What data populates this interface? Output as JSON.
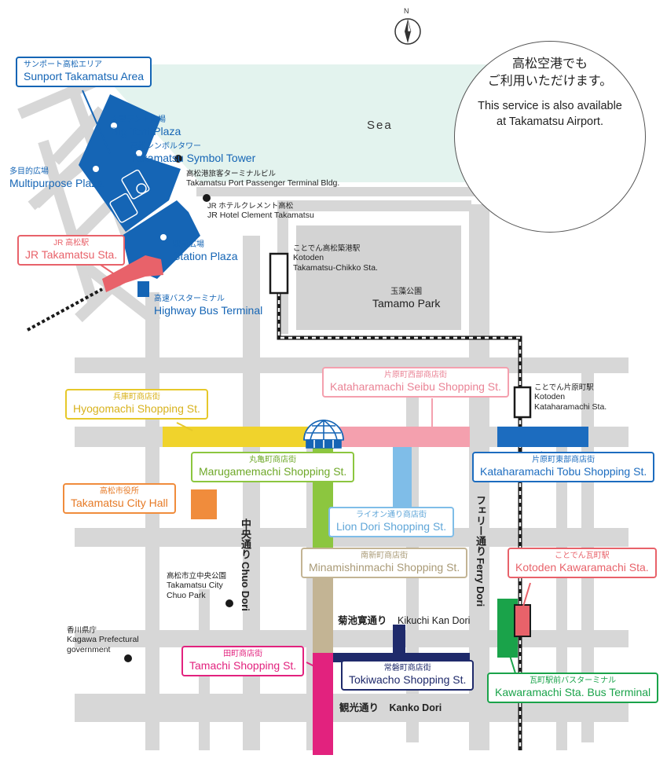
{
  "compass": {
    "label": "N"
  },
  "sea": {
    "label": "Sea"
  },
  "airport_note": {
    "ja": "高松空港でも\nご利用いただけます。",
    "en": "This service is also available\nat Takamatsu Airport."
  },
  "areas": [
    {
      "id": "sunport",
      "ja": "サンポート高松エリア",
      "en": "Sunport Takamatsu Area",
      "color": "#1565b5"
    },
    {
      "id": "big-tent",
      "ja": "大型テント広場",
      "en": "Big Tent  Plaza",
      "color": "#1565b5"
    },
    {
      "id": "symbol-tower",
      "ja": "高松シンボルタワー",
      "en": "Takamatsu Symbol Tower",
      "color": "#1565b5"
    },
    {
      "id": "multipurpose",
      "ja": "多目的広場",
      "en": "Multipurpose Plaza",
      "color": "#1565b5"
    },
    {
      "id": "station-plaza",
      "ja": "駅前広場",
      "en": "Station Plaza",
      "color": "#1565b5"
    },
    {
      "id": "highway-bus",
      "ja": "高速バスターミナル",
      "en": "Highway Bus Terminal",
      "color": "#1565b5"
    },
    {
      "id": "jr-station",
      "ja": "JR 高松駅",
      "en": "JR Takamatsu Sta.",
      "color": "#e8626a"
    }
  ],
  "landmarks": [
    {
      "id": "port-terminal",
      "ja": "高松港旅客ターミナルビル",
      "en": "Takamatsu Port Passenger Terminal Bldg."
    },
    {
      "id": "hotel-clement",
      "ja": "JR ホテルクレメント高松",
      "en": "JR Hotel Clement Takamatsu"
    },
    {
      "id": "chikko-sta",
      "ja": "ことでん高松築港駅",
      "en": "Kotoden\nTakamatsu-Chikko Sta."
    },
    {
      "id": "tamamo-park",
      "ja": "玉藻公園",
      "en": "Tamamo Park"
    },
    {
      "id": "kataharamachi-sta",
      "ja": "ことでん片原町駅",
      "en": "Kotoden\nKataharamachi Sta."
    },
    {
      "id": "chuo-park",
      "ja": "高松市立中央公園",
      "en": "Takamatsu City\nChuo Park"
    },
    {
      "id": "prefectural-gov",
      "ja": "香川県庁",
      "en": "Kagawa Prefectural\ngovernment"
    }
  ],
  "shopping_streets": [
    {
      "id": "hyogomachi",
      "ja": "兵庫町商店街",
      "en": "Hyogomachi Shopping St.",
      "color": "#f0d32c"
    },
    {
      "id": "kataharamachi-seibu",
      "ja": "片原町西部商店街",
      "en": "Kataharamachi Seibu Shopping St.",
      "color": "#f4a0ae"
    },
    {
      "id": "kataharamachi-tobu",
      "ja": "片原町東部商店街",
      "en": "Kataharamachi Tobu Shopping St.",
      "color": "#1c6cbf"
    },
    {
      "id": "marugamemachi",
      "ja": "丸亀町商店街",
      "en": "Marugamemachi Shopping St.",
      "color": "#8cc63f"
    },
    {
      "id": "city-hall",
      "ja": "高松市役所",
      "en": "Takamatsu City Hall",
      "color": "#f08c3c"
    },
    {
      "id": "lion-dori",
      "ja": "ライオン通り商店街",
      "en": "Lion Dori Shopping St.",
      "color": "#7fbde8"
    },
    {
      "id": "minamishinmachi",
      "ja": "南新町商店街",
      "en": "Minamishinmachi Shopping St.",
      "color": "#c3b494"
    },
    {
      "id": "kawaramachi-sta",
      "ja": "ことでん瓦町駅",
      "en": "Kotoden Kawaramachi Sta.",
      "color": "#e8626a"
    },
    {
      "id": "tamachi",
      "ja": "田町商店街",
      "en": "Tamachi Shopping St.",
      "color": "#e2227e"
    },
    {
      "id": "tokiwacho",
      "ja": "常磐町商店街",
      "en": "Tokiwacho Shopping St.",
      "color": "#1f2a6b"
    },
    {
      "id": "kawaramachi-bus",
      "ja": "瓦町駅前バスターミナル",
      "en": "Kawaramachi Sta. Bus Terminal",
      "color": "#1aa34a"
    }
  ],
  "roads": [
    {
      "id": "chuo-dori",
      "ja": "中央通り",
      "en": "Chuo Dori"
    },
    {
      "id": "ferry-dori",
      "ja": "フェリー通り",
      "en": "Ferry Dori"
    },
    {
      "id": "kikuchi-kan-dori",
      "ja": "菊池寛通り",
      "en": "Kikuchi Kan Dori"
    },
    {
      "id": "kanko-dori",
      "ja": "観光通り",
      "en": "Kanko Dori"
    }
  ],
  "colors": {
    "road": "#d7d7d7",
    "sea": "#e3f3ee",
    "sunport": "#1565b5",
    "rail_dark": "#1a1a1a"
  }
}
